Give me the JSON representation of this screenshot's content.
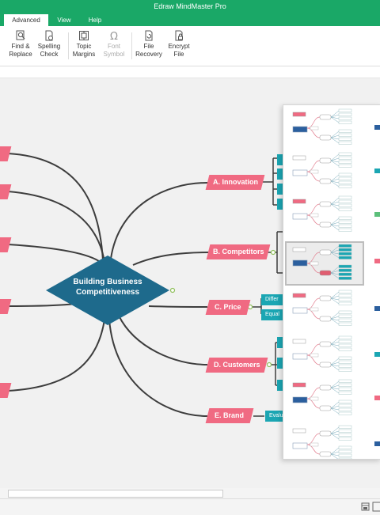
{
  "app": {
    "title": "Edraw MindMaster Pro"
  },
  "tabs": [
    {
      "label": "Advanced",
      "active": true
    },
    {
      "label": "View",
      "active": false
    },
    {
      "label": "Help",
      "active": false
    }
  ],
  "ribbon": {
    "find_replace": {
      "line1": "Find &",
      "line2": "Replace"
    },
    "spelling_check": {
      "line1": "Spelling",
      "line2": "Check"
    },
    "topic_margins": {
      "line1": "Topic",
      "line2": "Margins"
    },
    "font_symbol": {
      "line1": "Font",
      "line2": "Symbol"
    },
    "file_recovery": {
      "line1": "File",
      "line2": "Recovery"
    },
    "encrypt_file": {
      "line1": "Encrypt",
      "line2": "File"
    }
  },
  "mindmap": {
    "center": {
      "line1": "Building Business",
      "line2": "Competitiveness"
    },
    "topics": [
      {
        "label": "A. Innovation"
      },
      {
        "label": "B. Competitors"
      },
      {
        "label": "C. Price"
      },
      {
        "label": "D. Customers"
      },
      {
        "label": "E. Brand"
      }
    ],
    "subtopics": [
      {
        "label": "Differ"
      },
      {
        "label": "Equal"
      },
      {
        "label": "Evalu"
      }
    ]
  },
  "colors": {
    "accent": "#1aa867",
    "topic": "#f06a82",
    "center": "#1e6a8c",
    "subtopic": "#1ba6b3",
    "connector": "#3d3d3d"
  },
  "icons": {
    "find_replace": "find-replace-icon",
    "spelling_check": "spelling-check-icon",
    "topic_margins": "topic-margins-icon",
    "font_symbol": "omega-icon",
    "file_recovery": "file-recovery-icon",
    "encrypt_file": "encrypt-file-icon"
  }
}
